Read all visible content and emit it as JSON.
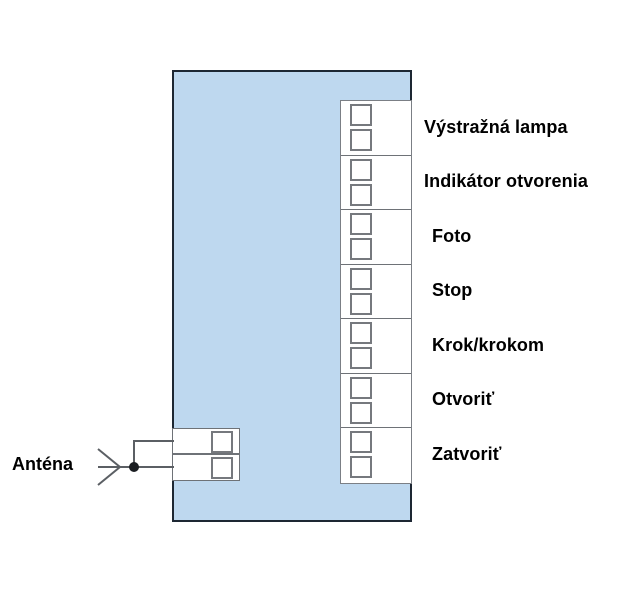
{
  "diagram": {
    "title": "Control unit terminal wiring diagram",
    "colors": {
      "panel_fill": "#bed8ef",
      "panel_border": "#1d2733",
      "terminal_fill": "#ffffff",
      "terminal_border": "#76797e",
      "wire": "#5b5f64",
      "text": "#000000"
    }
  },
  "control_unit": {
    "name": "control-unit-body"
  },
  "terminal_strip": {
    "groups": [
      {
        "id": 1,
        "label": "Výstražná lampa",
        "terminals": 2
      },
      {
        "id": 2,
        "label": "Indikátor otvorenia",
        "terminals": 2
      },
      {
        "id": 3,
        "label": "Foto",
        "terminals": 2
      },
      {
        "id": 4,
        "label": "Stop",
        "terminals": 2
      },
      {
        "id": 5,
        "label": "Krok/krokom",
        "terminals": 2
      },
      {
        "id": 6,
        "label": "Otvoriť",
        "terminals": 2
      },
      {
        "id": 7,
        "label": "Zatvoriť",
        "terminals": 2
      }
    ]
  },
  "antenna": {
    "label": "Anténa",
    "symbol": "antenna-chevron-icon",
    "terminals": 2
  }
}
